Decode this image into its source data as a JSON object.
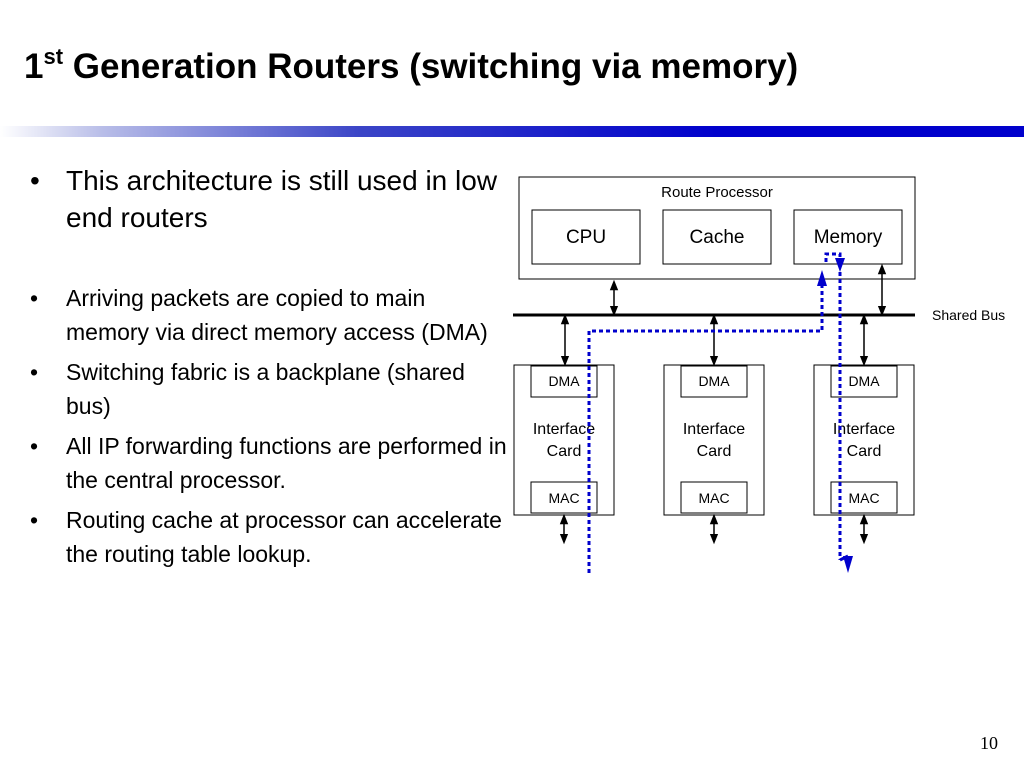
{
  "slide": {
    "title_prefix": "1",
    "title_sup": "st",
    "title_rest": " Generation Routers (switching via memory)",
    "page_number": "10"
  },
  "bullets": {
    "main": "This architecture is still used in low end routers",
    "items": [
      "Arriving packets are copied to main memory via direct memory access (DMA)",
      "Switching fabric  is a backplane (shared bus)",
      "All IP forwarding functions are performed in the central processor.",
      "Routing cache at processor can accelerate the routing table lookup."
    ]
  },
  "diagram": {
    "route_processor_label": "Route Processor",
    "cpu_label": "CPU",
    "cache_label": "Cache",
    "memory_label": "Memory",
    "shared_bus_label": "Shared Bus",
    "card_dma_label": "DMA",
    "card_mac_label": "MAC",
    "card_label_line1": "Interface",
    "card_label_line2": "Card",
    "packet_path_color": "#0000cc"
  }
}
